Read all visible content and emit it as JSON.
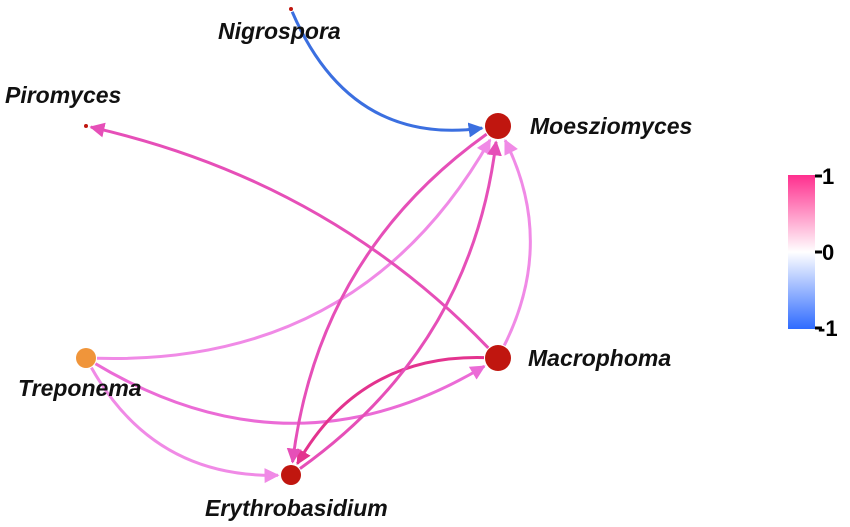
{
  "nodes": {
    "nigrospora": {
      "label": "Nigrospora",
      "color": "#c0160f"
    },
    "piromyces": {
      "label": "Piromyces",
      "color": "#c0160f"
    },
    "moesziomyces": {
      "label": "Moesziomyces",
      "color": "#c0160f"
    },
    "macrophoma": {
      "label": "Macrophoma",
      "color": "#c0160f"
    },
    "treponema": {
      "label": "Treponema",
      "color": "#f0953a"
    },
    "erythrobasidium": {
      "label": "Erythrobasidium",
      "color": "#c0160f"
    }
  },
  "edges": [
    {
      "from": "Nigrospora",
      "to": "Moesziomyces",
      "correlation": -0.9,
      "color": "#3b6fe0"
    },
    {
      "from": "Treponema",
      "to": "Moesziomyces",
      "correlation": 0.45,
      "color": "#f08ae6"
    },
    {
      "from": "Treponema",
      "to": "Macrophoma",
      "correlation": 0.6,
      "color": "#eb6bd6"
    },
    {
      "from": "Treponema",
      "to": "Erythrobasidium",
      "correlation": 0.45,
      "color": "#f08ae6"
    },
    {
      "from": "Macrophoma",
      "to": "Piromyces",
      "correlation": 0.75,
      "color": "#e64fb8"
    },
    {
      "from": "Macrophoma",
      "to": "Moesziomyces",
      "correlation": 0.45,
      "color": "#f08ae6"
    },
    {
      "from": "Macrophoma",
      "to": "Erythrobasidium",
      "correlation": 0.85,
      "color": "#e3338e"
    },
    {
      "from": "Erythrobasidium",
      "to": "Moesziomyces",
      "correlation": 0.75,
      "color": "#e64fb8"
    },
    {
      "from": "Moesziomyces",
      "to": "Erythrobasidium",
      "correlation": 0.75,
      "color": "#e64fb8"
    }
  ],
  "legend": {
    "colors": {
      "max": "#ff2f8e",
      "mid": "#ffffff",
      "min": "#2f6bff"
    },
    "ticks": [
      {
        "key": "max",
        "label": "1"
      },
      {
        "key": "mid",
        "label": "0"
      },
      {
        "key": "min",
        "label": "-1"
      }
    ]
  }
}
